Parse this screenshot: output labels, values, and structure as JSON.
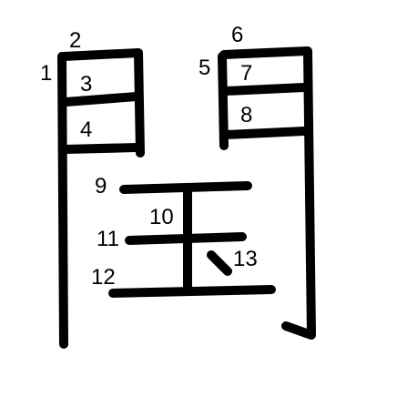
{
  "character": "閠",
  "stroke_color": "#000000",
  "background_color": "#ffffff",
  "stroke_numbers": [
    "1",
    "2",
    "3",
    "4",
    "5",
    "6",
    "7",
    "8",
    "9",
    "10",
    "11",
    "12",
    "13"
  ]
}
